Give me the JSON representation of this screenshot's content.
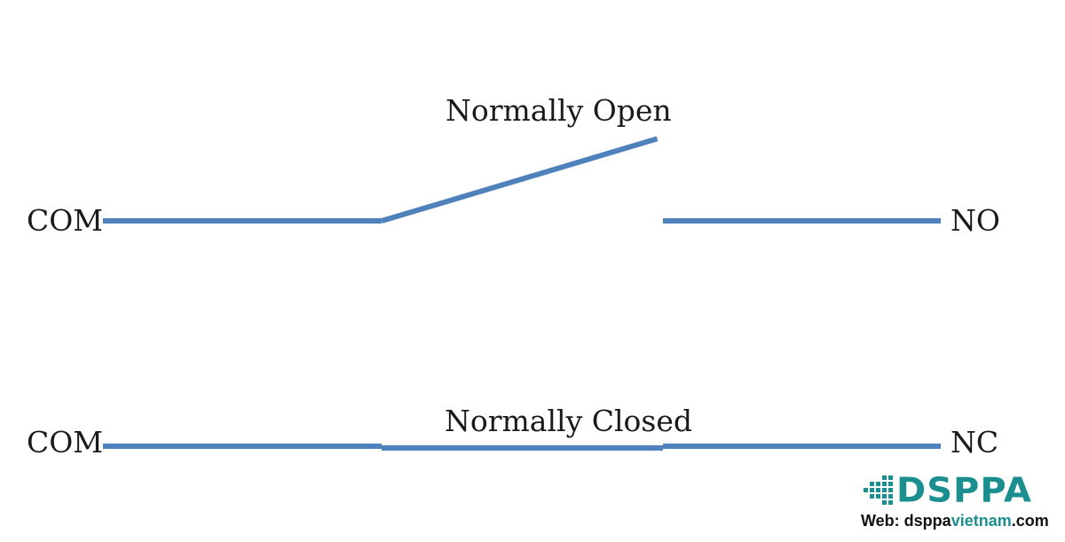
{
  "colors": {
    "wire": "#4f81bd",
    "text": "#1a1a1a",
    "brand": "#1b8f8f"
  },
  "normally_open": {
    "title": "Normally Open",
    "left_terminal": "COM",
    "right_terminal": "NO"
  },
  "normally_closed": {
    "title": "Normally Closed",
    "left_terminal": "COM",
    "right_terminal": "NC"
  },
  "watermark": {
    "brand": "DSPPA",
    "web_prefix": "Web: ",
    "domain_part1": "dsppa",
    "domain_part2": "vietnam",
    "domain_part3": ".com"
  }
}
